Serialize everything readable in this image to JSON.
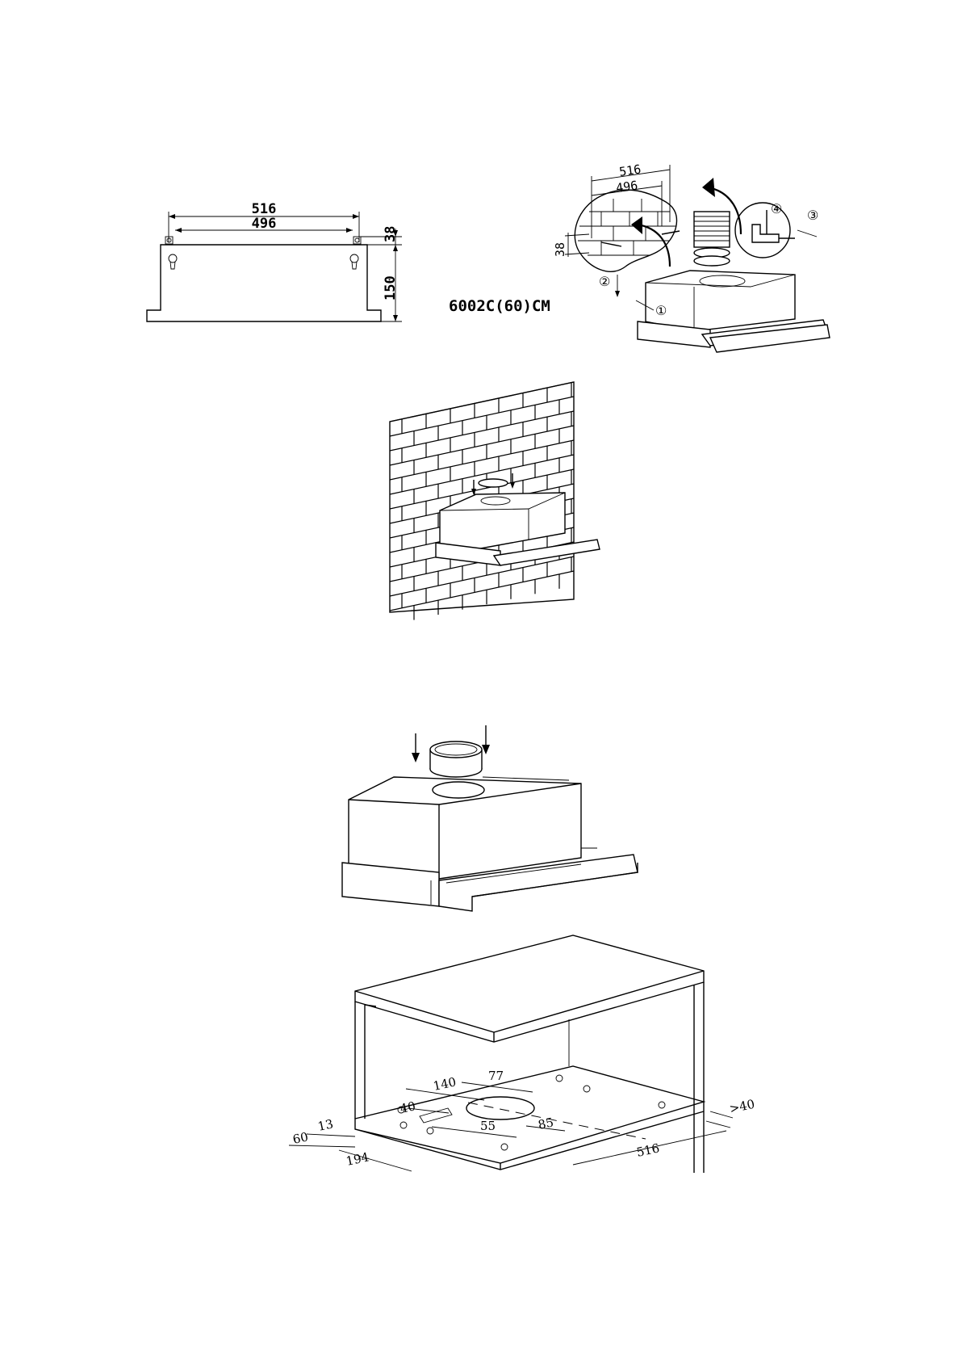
{
  "bracket_drawing": {
    "dim_outer": "516",
    "dim_inner": "496",
    "dim_top": "38",
    "dim_height": "150"
  },
  "model_label": "6002C(60)CM",
  "exploded_view": {
    "dim_outer": "516",
    "dim_inner": "496",
    "dim_side": "38",
    "callouts": [
      "①",
      "②",
      "③",
      "④"
    ]
  },
  "cabinet_drawing": {
    "dimensions": [
      "77",
      "140",
      "40",
      "55",
      "85",
      "13",
      "60",
      "194",
      "516",
      ">40"
    ]
  },
  "colors": {
    "line": "#000000",
    "background": "#ffffff"
  }
}
